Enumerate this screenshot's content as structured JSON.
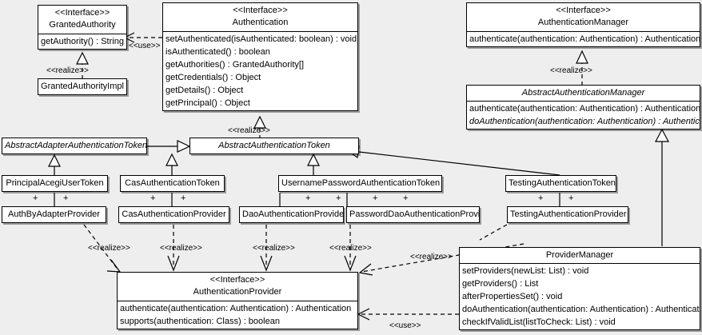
{
  "diagram": {
    "background": "#eeeeee",
    "line_color": "#000000",
    "box_fill": "#ffffff"
  },
  "stereotypes": {
    "interface": "<<Interface>>",
    "realize": "<<realize>>",
    "use": "<<use>>"
  },
  "classes": {
    "granted_authority": {
      "stereotype": "<<Interface>>",
      "name": "GrantedAuthority",
      "members": [
        "getAuthority() : String"
      ]
    },
    "granted_authority_impl": {
      "name": "GrantedAuthorityImpl"
    },
    "authentication": {
      "stereotype": "<<Interface>>",
      "name": "Authentication",
      "members": [
        "setAuthenticated(isAuthenticated: boolean) : void",
        "isAuthenticated() : boolean",
        "getAuthorities() : GrantedAuthority[]",
        "getCredentials() : Object",
        "getDetails() : Object",
        "getPrincipal() : Object"
      ]
    },
    "authentication_manager": {
      "stereotype": "<<Interface>>",
      "name": "AuthenticationManager",
      "members": [
        "authenticate(authentication: Authentication) : Authentication"
      ]
    },
    "abstract_authentication_manager": {
      "name": "AbstractAuthenticationManager",
      "members": [
        "authenticate(authentication: Authentication) : Authentication",
        "doAuthentication(authentication: Authentication) : Authentication"
      ]
    },
    "abstract_adapter_authentication_token": {
      "name": "AbstractAdapterAuthenticationToken"
    },
    "abstract_authentication_token": {
      "name": "AbstractAuthenticationToken"
    },
    "principal_acegi_user_token": {
      "name": "PrincipalAcegiUserToken"
    },
    "cas_authentication_token": {
      "name": "CasAuthenticationToken"
    },
    "username_password_authentication_token": {
      "name": "UsernamePasswordAuthenticationToken"
    },
    "testing_authentication_token": {
      "name": "TestingAuthenticationToken"
    },
    "auth_by_adapter_provider": {
      "name": "AuthByAdapterProvider"
    },
    "cas_authentication_provider": {
      "name": "CasAuthenticationProvider"
    },
    "dao_authentication_provider": {
      "name": "DaoAuthenticationProvider"
    },
    "password_dao_authentication_provider": {
      "name": "PasswordDaoAuthenticationProvider"
    },
    "testing_authentication_provider": {
      "name": "TestingAuthenticationProvider"
    },
    "authentication_provider": {
      "stereotype": "<<Interface>>",
      "name": "AuthenticationProvider",
      "members": [
        "authenticate(authentication: Authentication) : Authentication",
        "supports(authentication: Class) : boolean"
      ]
    },
    "provider_manager": {
      "name": "ProviderManager",
      "members": [
        "setProviders(newList: List) : void",
        "getProviders() : List",
        "afterPropertiesSet() : void",
        "doAuthentication(authentication: Authentication) : Authentication",
        "checkIfValidList(listToCheck: List) : void"
      ]
    }
  },
  "edge_labels": {
    "use_authentication_grantedauthority": "<<use>>",
    "realize_grantedauthorityimpl": "<<realize>>",
    "realize_abstractauthenticationtoken": "<<realize>>",
    "realize_abstractauthenticationmanager": "<<realize>>",
    "realize_authbyadapter": "<<realize>>",
    "realize_cas": "<<realize>>",
    "realize_dao": "<<realize>>",
    "realize_passworddao": "<<realize>>",
    "realize_testing": "<<realize>>",
    "use_providermanager": "<<use>>"
  },
  "multiplicity": {
    "plus": "+"
  }
}
